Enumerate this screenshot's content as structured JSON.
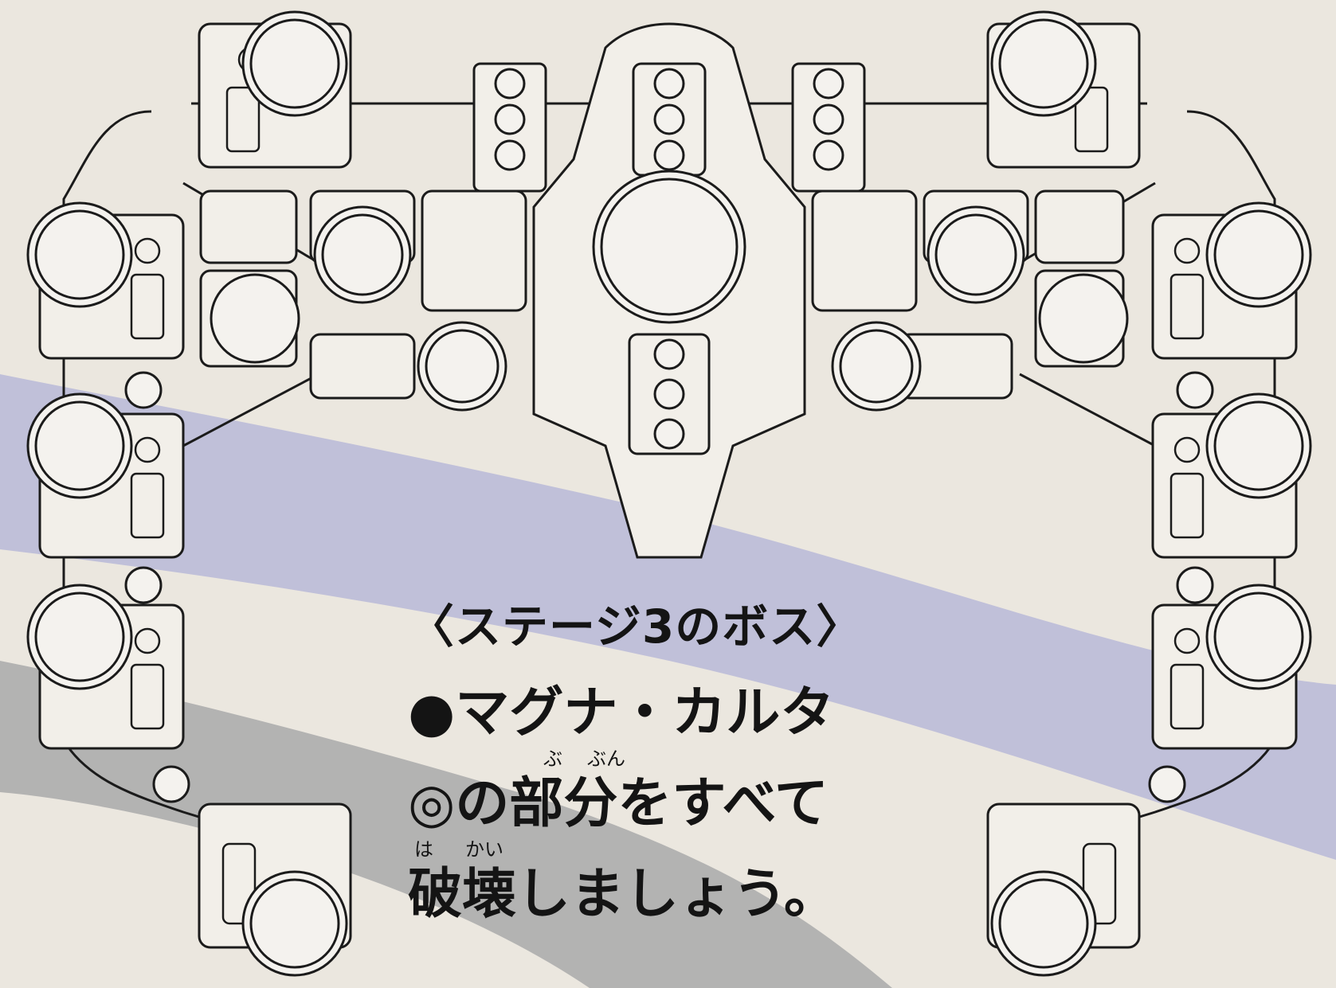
{
  "caption": {
    "title": "〈ステージ3のボス〉",
    "boss_name": "●マグナ・カルタ",
    "instruction_line1": "◎の部分をすべて",
    "instruction_line2": "破壊しましょう。",
    "ruby_bubun_1": "ぶ",
    "ruby_bubun_2": "ぶん",
    "ruby_hakai_1": "は",
    "ruby_hakai_2": "かい"
  },
  "colors": {
    "paper": "#ebe7df",
    "ink": "#141414",
    "swoosh_lavender": "#b9b8d8",
    "swoosh_gray": "#a9a9aa"
  },
  "illustration": {
    "subject": "stage-3-boss-magna-carta",
    "target_marker": "◎"
  }
}
